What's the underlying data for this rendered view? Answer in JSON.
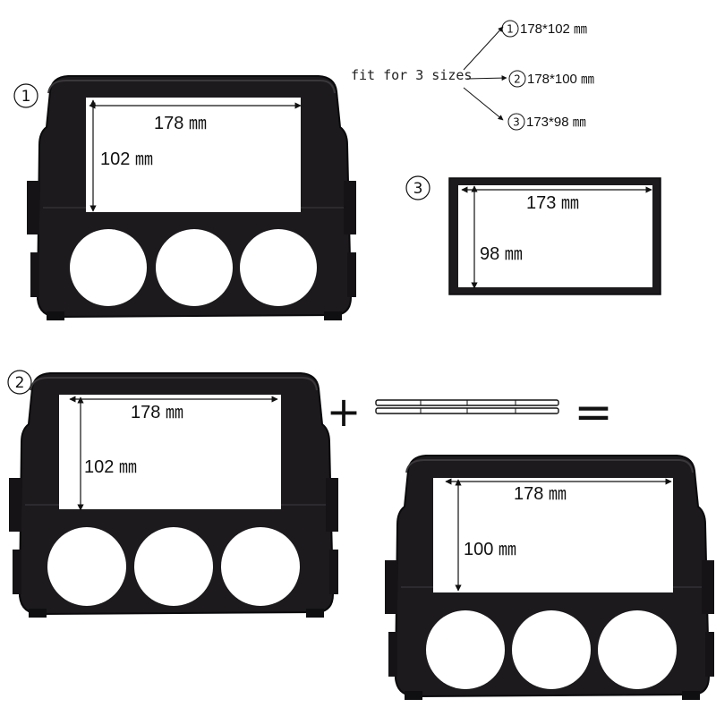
{
  "colors": {
    "panel": "#1c1a1d",
    "panel_edge": "#0a090b",
    "background": "#ffffff",
    "ink": "#111111"
  },
  "legend": {
    "heading": "fit for 3 sizes",
    "options": [
      {
        "number": "1",
        "size": "178*102 ㎜"
      },
      {
        "number": "2",
        "size": "178*100 ㎜"
      },
      {
        "number": "3",
        "size": "173*98 ㎜"
      }
    ]
  },
  "panels": {
    "p1": {
      "number": "1",
      "width": "178 ㎜",
      "height": "102 ㎜"
    },
    "p2": {
      "number": "2",
      "width": "178 ㎜",
      "height": "102 ㎜"
    },
    "p3": {
      "number": "3",
      "width": "173 ㎜",
      "height": "98 ㎜"
    },
    "result": {
      "width": "178 ㎜",
      "height": "100 ㎜"
    }
  },
  "equation": {
    "plus": "+",
    "equals": "="
  }
}
